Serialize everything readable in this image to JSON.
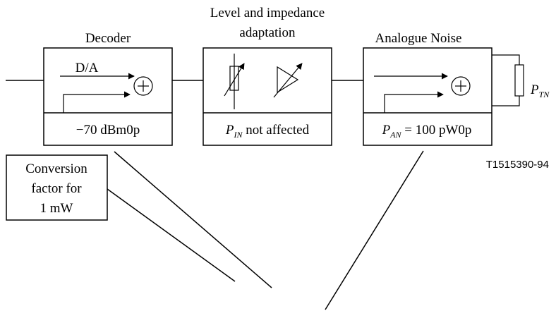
{
  "blocks": {
    "decoder": {
      "title": "Decoder",
      "da_label": "D/A",
      "value": "−70 dBm0p"
    },
    "level_adaptation": {
      "title_line1": "Level and impedance",
      "title_line2": "adaptation",
      "value_var": "P",
      "value_sub": "IN",
      "value_text": " not affected"
    },
    "analogue_noise": {
      "title": "Analogue Noise",
      "value_var": "P",
      "value_sub": "AN",
      "value_text": " = 100 pW0p"
    }
  },
  "terminal": {
    "var": "P",
    "sub": "TN"
  },
  "note": {
    "line1": "Conversion",
    "line2": "factor for",
    "line3": "1 mW"
  },
  "figure_id": "T1515390-94",
  "icons": {
    "adder": "circle-plus-icon",
    "variable_resistor": "variable-resistor-icon",
    "variable_amplifier": "variable-amplifier-icon",
    "load_resistor": "resistor-icon"
  }
}
